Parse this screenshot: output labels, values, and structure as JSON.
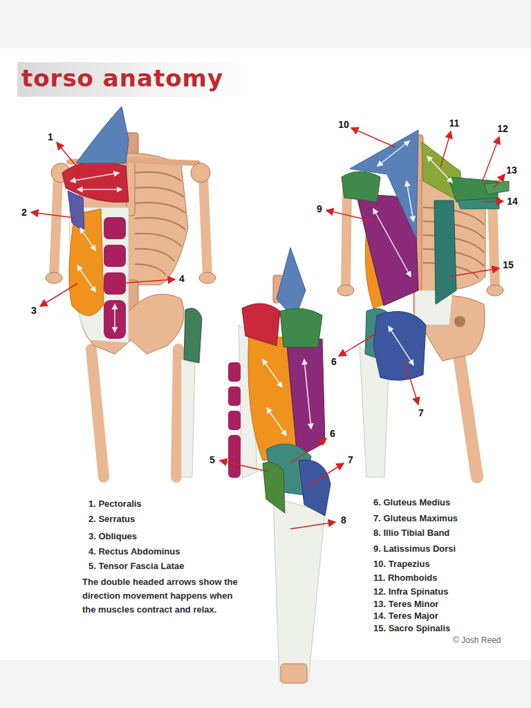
{
  "diagram": {
    "title": "torso anatomy",
    "caption": "The double headed arrows show the direction movement happens when the muscles contract and relax.",
    "labels": [
      "1",
      "2",
      "3",
      "4",
      "10",
      "11",
      "12",
      "13",
      "14",
      "9",
      "15",
      "6",
      "7",
      "6",
      "5",
      "7",
      "8",
      "1. Pectoralis",
      "2. Serratus",
      "3. Obliques",
      "4. Rectus Abdominus",
      "5. Tensor Fascia Latae",
      "6. Gluteus Medius",
      "7. Gluteus Maximus",
      "8. Illio Tibial Band",
      "9. Latissimus Dorsi",
      "10. Trapezius",
      "11. Rhomboids",
      "12. Infra Spinatus",
      "13. Teres Minor",
      "14. Teres Major",
      "15. Sacro Spinalis",
      "© Josh Reed"
    ]
  }
}
